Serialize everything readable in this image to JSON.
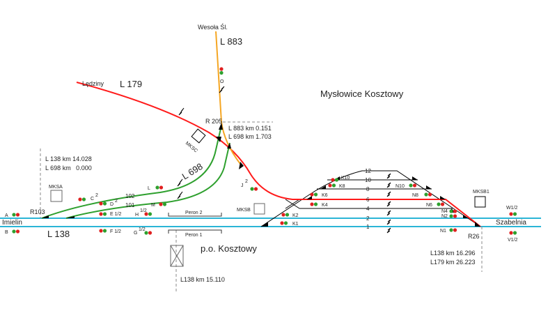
{
  "station": {
    "title": "Mysłowice Kosztowy",
    "halt": "p.o. Kosztowy"
  },
  "directions": {
    "wesola": "Wesoła Śl.",
    "ledziny": "Lędziny",
    "imielin": "Imielin",
    "szabelnia": "Szabelnia"
  },
  "lines": {
    "l883": "L 883",
    "l179": "L 179",
    "l698": "L 698",
    "l138": "L 138"
  },
  "colors": {
    "l179": "#ff1a1a",
    "l883": "#f5a623",
    "l698": "#2ea02e",
    "l138": "#2bb5d6",
    "sidings": "#000000"
  },
  "km": {
    "r205_1": "L 883 km 0.151",
    "r205_2": "L 698 km 1.703",
    "r103_1": "L 138 km 14.028",
    "r103_2": "L 698 km   0.000",
    "r26_1": "L138 km 16.296",
    "r26_2": "L179 km 26.223",
    "halt": "L138 km 15.110"
  },
  "posts": {
    "r205": "R 205",
    "r103": "R103",
    "r26": "R26",
    "mksa": "MKSA",
    "mksb": "MKSB",
    "mksb1": "MKSB1",
    "mksc": "MKSC"
  },
  "platforms": {
    "p2": "Peron 2",
    "p1": "Peron 1"
  },
  "tracks": {
    "t12": "12",
    "t10": "10",
    "t8": "8",
    "t6": "6",
    "t4": "4",
    "t2": "2",
    "t1": "1",
    "t102": "102",
    "t101": "101"
  },
  "signals": {
    "A": "A",
    "B": "B",
    "C": "C",
    "C_sup": "2",
    "D": "D",
    "D_sup": "2",
    "E": "E 1/2",
    "F": "F 1/2",
    "G": "G",
    "G_sup": "1/2",
    "H": "H",
    "H_sup": "1/2",
    "L": "L",
    "M": "M",
    "J": "J",
    "J_sup": "2",
    "O": "O",
    "K1": "K1",
    "K2": "K2",
    "K4": "K4",
    "K6": "K6",
    "K8": "K8",
    "K10": "K10",
    "N1": "N1",
    "N2": "N2",
    "N4": "N4",
    "N6": "N6",
    "N8": "N8",
    "N10": "N10",
    "W": "W1/2",
    "V": "V1/2"
  }
}
